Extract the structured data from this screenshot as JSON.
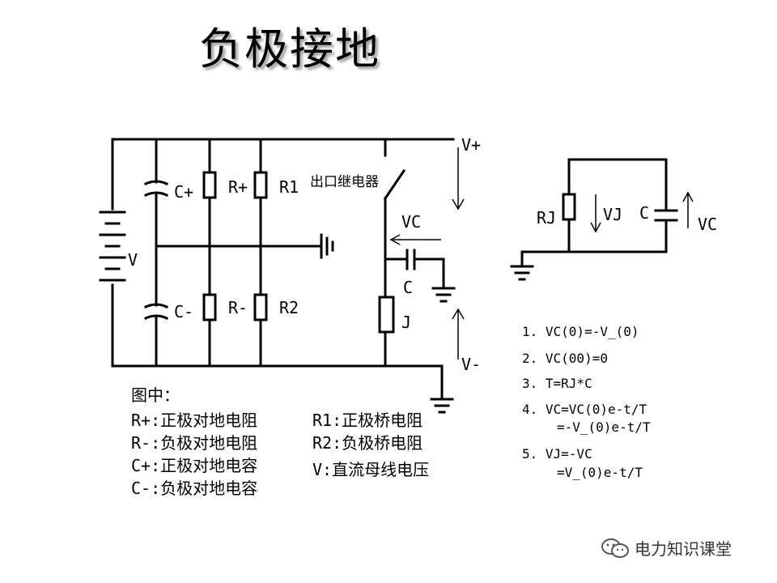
{
  "title": "负极接地",
  "labels": {
    "vplus": "V+",
    "vminus": "V-",
    "v": "V",
    "cplus": "C+",
    "cminus": "C-",
    "rplus": "R+",
    "rminus": "R-",
    "r1": "R1",
    "r2": "R2",
    "relay": "出口继电器",
    "vc": "VC",
    "c": "C",
    "j": "J"
  },
  "equiv": {
    "rj": "RJ",
    "vj": "VJ",
    "c": "C",
    "vc": "VC"
  },
  "legend": {
    "heading": "图中：",
    "left": [
      "R+:正极对地电阻",
      "R-:负极对地电阻",
      "C+:正极对地电容",
      "C-:负极对地电容"
    ],
    "right": [
      "R1:正极桥电阻",
      "R2:负极桥电阻",
      "V:直流母线电压"
    ]
  },
  "formulas": [
    "1. VC(0)=-V_(0)",
    "2. VC(00)=0",
    "3. T=RJ*C",
    "4. VC=VC(0)e-t/T",
    "=-V_(0)e-t/T",
    "5. VJ=-VC",
    "=V_(0)e-t/T"
  ],
  "watermark": "电力知识课堂"
}
